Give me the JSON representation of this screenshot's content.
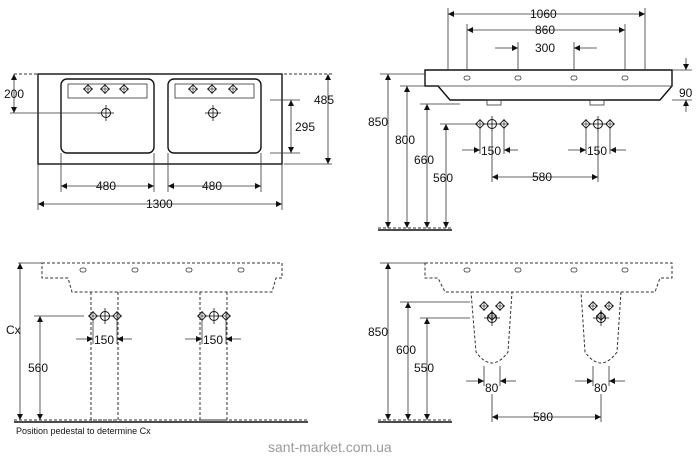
{
  "views": {
    "top_front": {
      "dims": {
        "d200": "200",
        "d485": "485",
        "d295": "295",
        "d480a": "480",
        "d480b": "480",
        "d1300": "1300"
      }
    },
    "top_side": {
      "dims": {
        "d1060": "1060",
        "d860": "860",
        "d300": "300",
        "d90": "90",
        "d850": "850",
        "d800": "800",
        "d660": "660",
        "d560": "560",
        "d150a": "150",
        "d150b": "150",
        "d580": "580"
      }
    },
    "bottom_left": {
      "dims": {
        "cx": "Cx",
        "d560": "560",
        "d150a": "150",
        "d150b": "150"
      },
      "note": "Position pedestal to determine Cx"
    },
    "bottom_right": {
      "dims": {
        "d850": "850",
        "d600": "600",
        "d550": "550",
        "d80a": "80",
        "d80b": "80",
        "d580": "580"
      }
    }
  },
  "watermark": "sant-market.com.ua"
}
